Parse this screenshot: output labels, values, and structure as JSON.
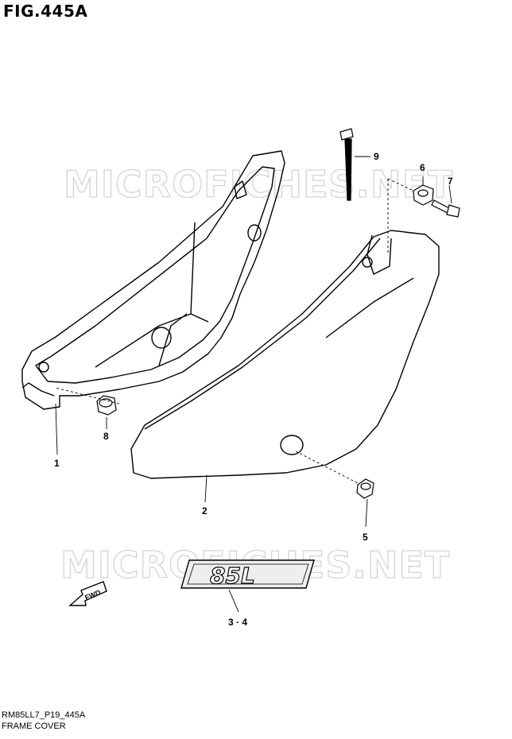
{
  "figure": {
    "title": "FIG.445A"
  },
  "watermarks": [
    "MICROFICHES.NET",
    "MICROFICHES.NET"
  ],
  "callouts": {
    "p1": "1",
    "p2": "2",
    "p34": "3 · 4",
    "p5": "5",
    "p6": "6",
    "p7": "7",
    "p8": "8",
    "p9": "9"
  },
  "decal": {
    "text": "85L"
  },
  "fwd": {
    "label": "FWD"
  },
  "footer": {
    "model_code": "RM85LL7_P19_445A",
    "section_name": "FRAME COVER"
  }
}
